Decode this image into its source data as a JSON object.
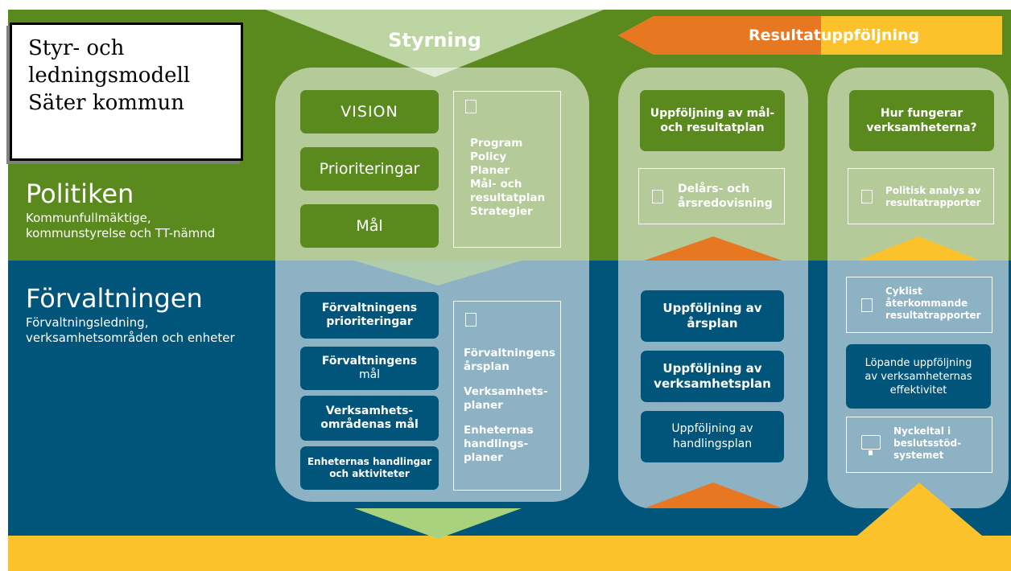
{
  "title_box": {
    "line1": "Styr- och",
    "line2": "ledningsmodell",
    "line3": "Säter kommun"
  },
  "politiken": {
    "heading": "Politiken",
    "sub1": "Kommunfullmäktige,",
    "sub2": "kommunstyrelse och TT-nämnd"
  },
  "forvaltningen": {
    "heading": "Förvaltningen",
    "sub1": "Förvaltningsledning,",
    "sub2": "verksamhetsområden och enheter"
  },
  "styrning": {
    "label": "Styrning"
  },
  "resultat": {
    "label": "Resultatuppföljning"
  },
  "green_boxes": {
    "vision": "VISION",
    "prioriteringar": "Prioriteringar",
    "mal": "Mål"
  },
  "doc_list_top": [
    "Program",
    "Policy",
    "Planer",
    "Mål- och",
    "resultatplan",
    "Strategier"
  ],
  "blue_boxes": {
    "b1": [
      "Förvaltningens",
      "prioriteringar"
    ],
    "b2": [
      "Förvaltningens",
      "mål"
    ],
    "b3": [
      "Verksamhets-",
      "områdenas mål"
    ],
    "b4": [
      "Enheternas handlingar",
      "och aktiviteter"
    ]
  },
  "doc_list_bottom": {
    "p1": [
      "Förvaltningens",
      "årsplan"
    ],
    "p2": [
      "Verksamhets-",
      "planer"
    ],
    "p3": [
      "Enheternas",
      "handlings-",
      "planer"
    ]
  },
  "col2": {
    "top": [
      "Uppföljning av mål-",
      "och resultatplan"
    ],
    "outline": [
      "Delårs- och",
      "årsredovisning"
    ],
    "b1": [
      "Uppföljning av",
      "årsplan"
    ],
    "b2": [
      "Uppföljning av",
      "verksamhetsplan"
    ],
    "b3": [
      "Uppföljning av",
      "handlingsplan"
    ]
  },
  "col3": {
    "top": [
      "Hur fungerar",
      "verksamheterna?"
    ],
    "outline": [
      "Politisk analys av",
      "resultatrapporter"
    ],
    "outline2": [
      "Cyklist",
      "återkommande",
      "resultatrapporter"
    ],
    "b1": [
      "Löpande uppföljning",
      "av verksamheternas",
      "effektivitet"
    ],
    "outline3": [
      "Nyckeltal i",
      "beslutsstöd-",
      "systemet"
    ]
  },
  "colors": {
    "green": "#5a8a1e",
    "blue": "#02557a",
    "yellow": "#fbc22b",
    "orange": "#e87722"
  }
}
